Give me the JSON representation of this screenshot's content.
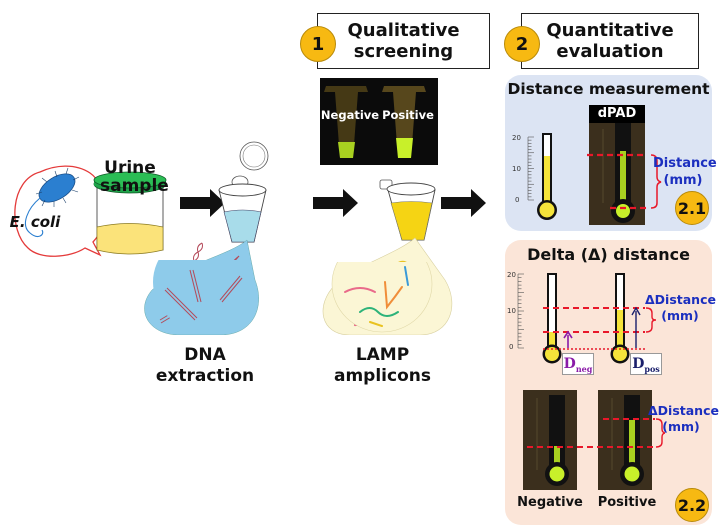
{
  "left": {
    "bacteria_label": "E. coli",
    "urine_label_line1": "Urine",
    "urine_label_line2": "sample",
    "dna_label_line1": "DNA",
    "dna_label_line2": "extraction",
    "lamp_label_line1": "LAMP",
    "lamp_label_line2": "amplicons"
  },
  "step1": {
    "number": "1",
    "title_line1": "Qualitative",
    "title_line2": "screening",
    "photo_neg": "Negative",
    "photo_pos": "Positive"
  },
  "step2": {
    "number": "2",
    "title_line1": "Quantitative",
    "title_line2": "evaluation"
  },
  "panel21": {
    "title": "Distance measurement",
    "dpad_label": "dPAD",
    "distance_line1": "Distance",
    "distance_line2": "(mm)",
    "badge": "2.1",
    "scale_ticks": [
      "20",
      "10",
      "0"
    ],
    "thermo_fill_fraction": 0.7
  },
  "panel22": {
    "title": "Delta (Δ) distance",
    "delta_line1": "ΔDistance",
    "delta_line2": "(mm)",
    "dneg": "D",
    "dneg_sub": "neg",
    "dpos": "D",
    "dpos_sub": "pos",
    "scale_ticks": [
      "20",
      "10",
      "0"
    ],
    "neg_fill_fraction": 0.22,
    "pos_fill_fraction": 0.55,
    "photo_delta_line1": "ΔDistance",
    "photo_delta_line2": "(mm)",
    "neg_label": "Negative",
    "pos_label": "Positive",
    "badge": "2.2"
  },
  "colors": {
    "badge": "#f7b912",
    "panel_blue": "#dce4f3",
    "panel_pink": "#fbe5d8",
    "urine_yellow": "#fbe37a",
    "lid_green": "#1fa34a",
    "fluorescent_green": "#c8f02a",
    "dashed_red": "#e8182a",
    "label_blue": "#1b2fbf",
    "dneg_purple": "#8a1aa8",
    "dpos_navy": "#1a1f6b"
  }
}
